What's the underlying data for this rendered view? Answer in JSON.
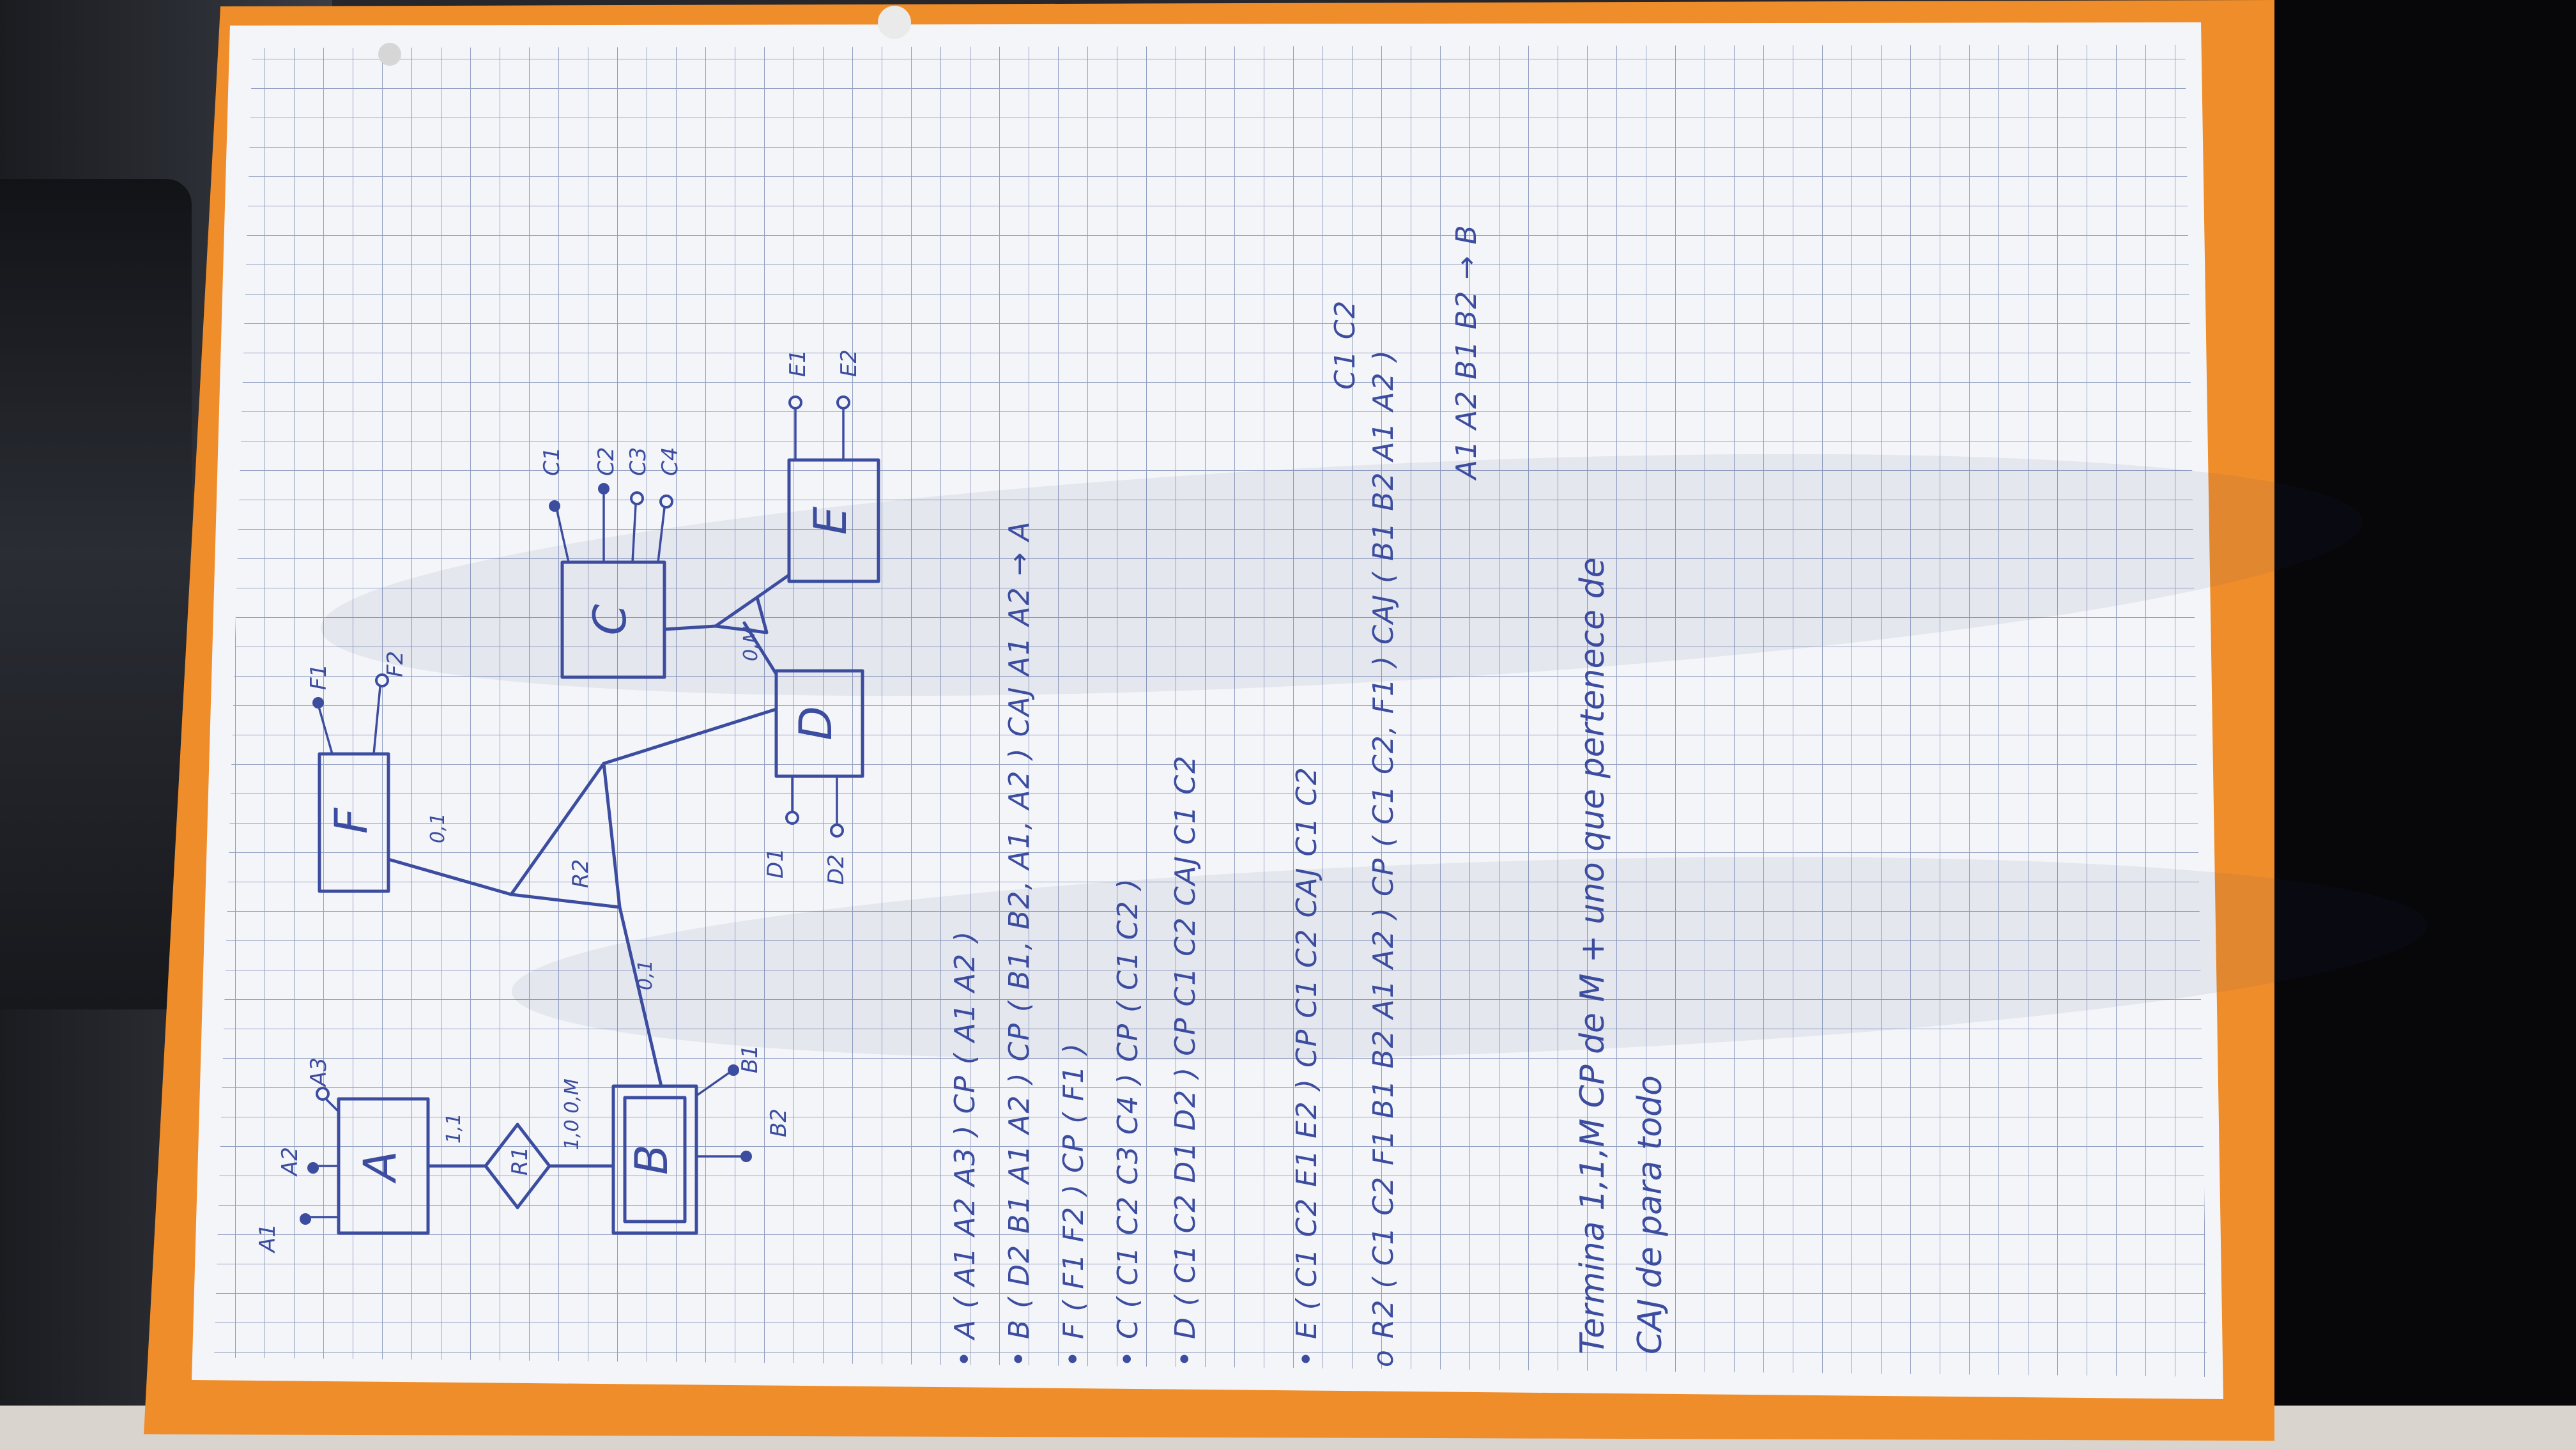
{
  "diagram": {
    "entities": [
      {
        "id": "A",
        "label": "A",
        "attributes": [
          "A1",
          "A2",
          "A3"
        ]
      },
      {
        "id": "B",
        "label": "B",
        "attributes": [
          "B1",
          "B2"
        ]
      },
      {
        "id": "C",
        "label": "C",
        "attributes": [
          "C1",
          "C2",
          "C3",
          "C4"
        ]
      },
      {
        "id": "D",
        "label": "D",
        "attributes": [
          "D1",
          "D2"
        ]
      },
      {
        "id": "E",
        "label": "E",
        "attributes": [
          "E1",
          "E2"
        ]
      },
      {
        "id": "F",
        "label": "F",
        "attributes": [
          "F1",
          "F2"
        ]
      }
    ],
    "relationships": [
      {
        "id": "R1",
        "label": "R1",
        "cardinality_A": "1,1",
        "cardinality_B": "1,0 0,M"
      },
      {
        "id": "R2",
        "label": "R2",
        "cardinality_B": "0,1",
        "cardinality_F": "0,1"
      }
    ],
    "generalization": {
      "label": "0,M"
    }
  },
  "schema_lines": [
    "• A ( A1 A2 A3 )  CP ( A1 A2 )",
    "• B ( D2 B1 A1 A2 )  CP ( B1, B2, A1, A2 )   CAJ A1 A2 → A",
    "• F ( F1 F2 )  CP ( F1 )",
    "• C ( C1 C2 C3 C4 )  CP ( C1 C2 )",
    "• D ( C1 C2 D1 D2 )  CP C1 C2   CAJ C1 C2",
    "• E ( C1 C2 E1 E2 )  CP C1 C2   CAJ C1 C2",
    "o R2 ( C1 C2 F1 B1 B2 A1 A2 )  CP ( C1 C2, F1 )  CAJ ( B1 B2 A1 A2 )"
  ],
  "schema_extra": {
    "caj_b": "A1 A2 B1 B2 → B",
    "caj_c": "C1 C2"
  },
  "notes": {
    "line1": "Termina  1,1,M   CP de M + uno que pertenece de",
    "line2": "CAJ  de para todo"
  }
}
